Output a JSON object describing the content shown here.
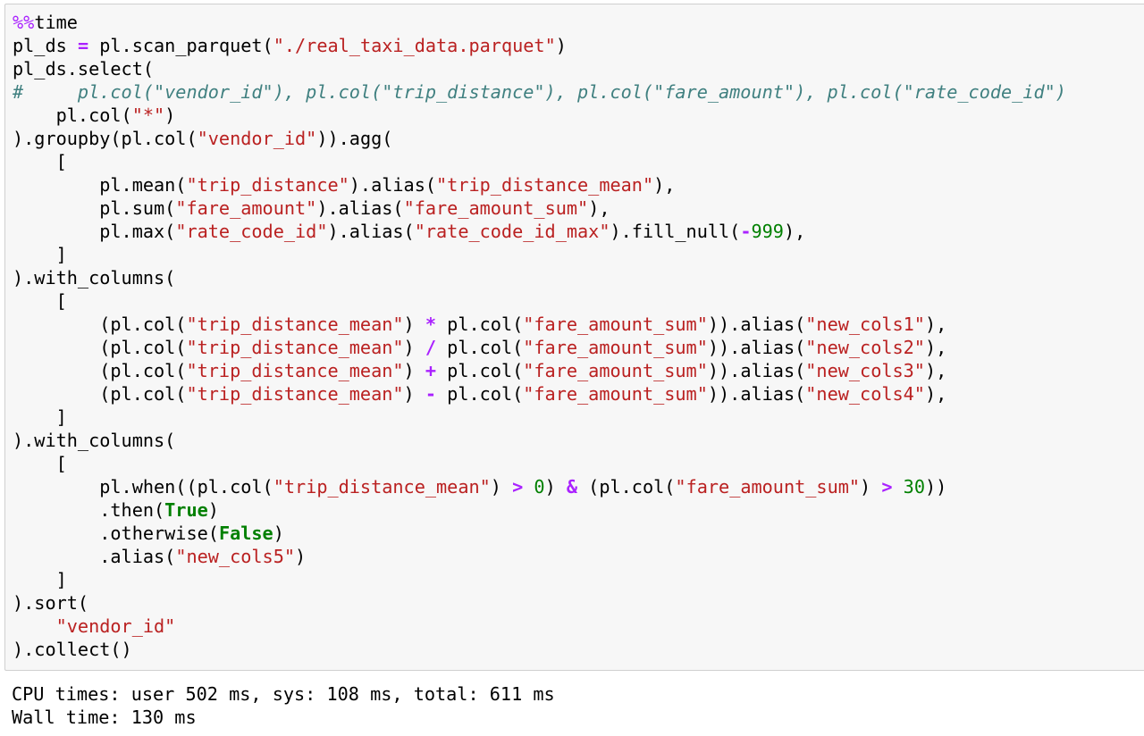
{
  "cell": {
    "code_lines": [
      [
        {
          "t": "magic",
          "v": "%%"
        },
        {
          "t": "plain",
          "v": "time"
        }
      ],
      [
        {
          "t": "plain",
          "v": "pl_ds "
        },
        {
          "t": "op",
          "v": "="
        },
        {
          "t": "plain",
          "v": " pl.scan_parquet("
        },
        {
          "t": "str",
          "v": "\"./real_taxi_data.parquet\""
        },
        {
          "t": "plain",
          "v": ")"
        }
      ],
      [
        {
          "t": "plain",
          "v": "pl_ds.select("
        }
      ],
      [
        {
          "t": "comment",
          "v": "#     pl.col(\"vendor_id\"), pl.col(\"trip_distance\"), pl.col(\"fare_amount\"), pl.col(\"rate_code_id\")"
        }
      ],
      [
        {
          "t": "plain",
          "v": "    pl.col("
        },
        {
          "t": "str",
          "v": "\"*\""
        },
        {
          "t": "plain",
          "v": ")"
        }
      ],
      [
        {
          "t": "plain",
          "v": ").groupby(pl.col("
        },
        {
          "t": "str",
          "v": "\"vendor_id\""
        },
        {
          "t": "plain",
          "v": ")).agg("
        }
      ],
      [
        {
          "t": "plain",
          "v": "    ["
        }
      ],
      [
        {
          "t": "plain",
          "v": "        pl.mean("
        },
        {
          "t": "str",
          "v": "\"trip_distance\""
        },
        {
          "t": "plain",
          "v": ").alias("
        },
        {
          "t": "str",
          "v": "\"trip_distance_mean\""
        },
        {
          "t": "plain",
          "v": "),"
        }
      ],
      [
        {
          "t": "plain",
          "v": "        pl.sum("
        },
        {
          "t": "str",
          "v": "\"fare_amount\""
        },
        {
          "t": "plain",
          "v": ").alias("
        },
        {
          "t": "str",
          "v": "\"fare_amount_sum\""
        },
        {
          "t": "plain",
          "v": "),"
        }
      ],
      [
        {
          "t": "plain",
          "v": "        pl.max("
        },
        {
          "t": "str",
          "v": "\"rate_code_id\""
        },
        {
          "t": "plain",
          "v": ").alias("
        },
        {
          "t": "str",
          "v": "\"rate_code_id_max\""
        },
        {
          "t": "plain",
          "v": ").fill_null("
        },
        {
          "t": "op",
          "v": "-"
        },
        {
          "t": "num",
          "v": "999"
        },
        {
          "t": "plain",
          "v": "),"
        }
      ],
      [
        {
          "t": "plain",
          "v": "    ]"
        }
      ],
      [
        {
          "t": "plain",
          "v": ").with_columns("
        }
      ],
      [
        {
          "t": "plain",
          "v": "    ["
        }
      ],
      [
        {
          "t": "plain",
          "v": "        (pl.col("
        },
        {
          "t": "str",
          "v": "\"trip_distance_mean\""
        },
        {
          "t": "plain",
          "v": ") "
        },
        {
          "t": "op",
          "v": "*"
        },
        {
          "t": "plain",
          "v": " pl.col("
        },
        {
          "t": "str",
          "v": "\"fare_amount_sum\""
        },
        {
          "t": "plain",
          "v": ")).alias("
        },
        {
          "t": "str",
          "v": "\"new_cols1\""
        },
        {
          "t": "plain",
          "v": "),"
        }
      ],
      [
        {
          "t": "plain",
          "v": "        (pl.col("
        },
        {
          "t": "str",
          "v": "\"trip_distance_mean\""
        },
        {
          "t": "plain",
          "v": ") "
        },
        {
          "t": "op",
          "v": "/"
        },
        {
          "t": "plain",
          "v": " pl.col("
        },
        {
          "t": "str",
          "v": "\"fare_amount_sum\""
        },
        {
          "t": "plain",
          "v": ")).alias("
        },
        {
          "t": "str",
          "v": "\"new_cols2\""
        },
        {
          "t": "plain",
          "v": "),"
        }
      ],
      [
        {
          "t": "plain",
          "v": "        (pl.col("
        },
        {
          "t": "str",
          "v": "\"trip_distance_mean\""
        },
        {
          "t": "plain",
          "v": ") "
        },
        {
          "t": "op",
          "v": "+"
        },
        {
          "t": "plain",
          "v": " pl.col("
        },
        {
          "t": "str",
          "v": "\"fare_amount_sum\""
        },
        {
          "t": "plain",
          "v": ")).alias("
        },
        {
          "t": "str",
          "v": "\"new_cols3\""
        },
        {
          "t": "plain",
          "v": "),"
        }
      ],
      [
        {
          "t": "plain",
          "v": "        (pl.col("
        },
        {
          "t": "str",
          "v": "\"trip_distance_mean\""
        },
        {
          "t": "plain",
          "v": ") "
        },
        {
          "t": "op",
          "v": "-"
        },
        {
          "t": "plain",
          "v": " pl.col("
        },
        {
          "t": "str",
          "v": "\"fare_amount_sum\""
        },
        {
          "t": "plain",
          "v": ")).alias("
        },
        {
          "t": "str",
          "v": "\"new_cols4\""
        },
        {
          "t": "plain",
          "v": "),"
        }
      ],
      [
        {
          "t": "plain",
          "v": "    ]"
        }
      ],
      [
        {
          "t": "plain",
          "v": ").with_columns("
        }
      ],
      [
        {
          "t": "plain",
          "v": "    ["
        }
      ],
      [
        {
          "t": "plain",
          "v": "        pl.when((pl.col("
        },
        {
          "t": "str",
          "v": "\"trip_distance_mean\""
        },
        {
          "t": "plain",
          "v": ") "
        },
        {
          "t": "op",
          "v": ">"
        },
        {
          "t": "plain",
          "v": " "
        },
        {
          "t": "num",
          "v": "0"
        },
        {
          "t": "plain",
          "v": ") "
        },
        {
          "t": "op",
          "v": "&"
        },
        {
          "t": "plain",
          "v": " (pl.col("
        },
        {
          "t": "str",
          "v": "\"fare_amount_sum\""
        },
        {
          "t": "plain",
          "v": ") "
        },
        {
          "t": "op",
          "v": ">"
        },
        {
          "t": "plain",
          "v": " "
        },
        {
          "t": "num",
          "v": "30"
        },
        {
          "t": "plain",
          "v": "))"
        }
      ],
      [
        {
          "t": "plain",
          "v": "        .then("
        },
        {
          "t": "kw",
          "v": "True"
        },
        {
          "t": "plain",
          "v": ")"
        }
      ],
      [
        {
          "t": "plain",
          "v": "        .otherwise("
        },
        {
          "t": "kw",
          "v": "False"
        },
        {
          "t": "plain",
          "v": ")"
        }
      ],
      [
        {
          "t": "plain",
          "v": "        .alias("
        },
        {
          "t": "str",
          "v": "\"new_cols5\""
        },
        {
          "t": "plain",
          "v": ")"
        }
      ],
      [
        {
          "t": "plain",
          "v": "    ]"
        }
      ],
      [
        {
          "t": "plain",
          "v": ").sort("
        }
      ],
      [
        {
          "t": "plain",
          "v": "    "
        },
        {
          "t": "str",
          "v": "\"vendor_id\""
        }
      ],
      [
        {
          "t": "plain",
          "v": ").collect()"
        }
      ]
    ]
  },
  "output": {
    "cpu_times": "CPU times: user 502 ms, sys: 108 ms, total: 611 ms",
    "wall_time": "Wall time: 130 ms"
  },
  "colors": {
    "cell_background": "#f7f7f7",
    "cell_border": "#cfcfcf",
    "string": "#ba2121",
    "operator": "#aa22ff",
    "number": "#008000",
    "keyword": "#008000",
    "comment": "#408080"
  }
}
